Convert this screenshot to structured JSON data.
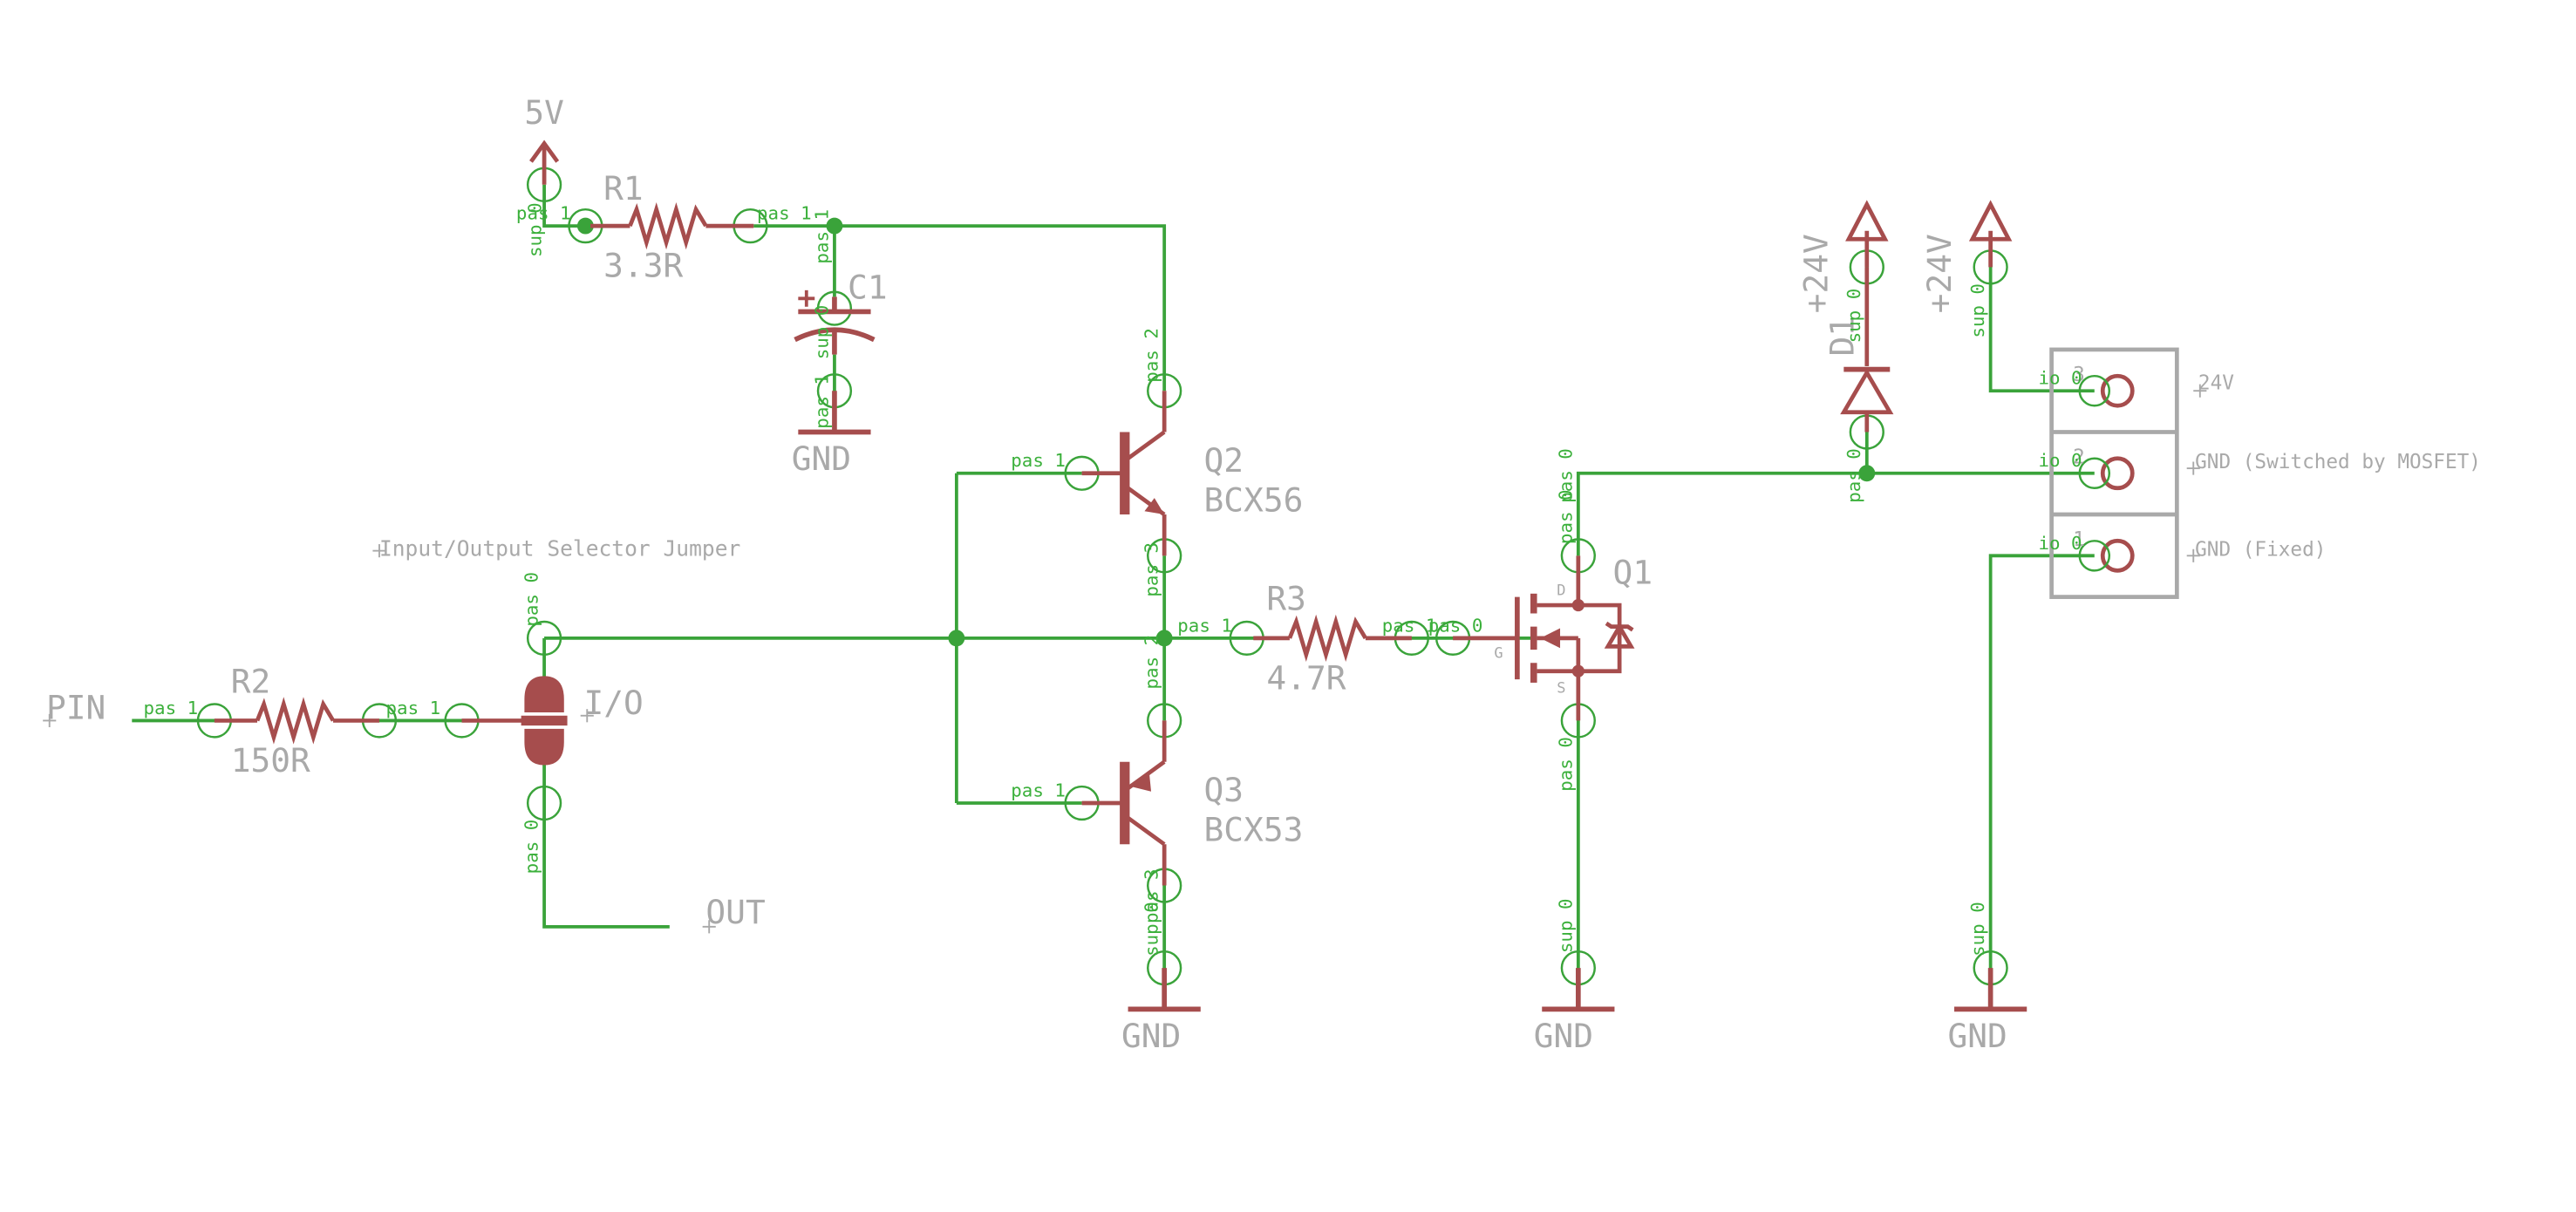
{
  "supplies": {
    "five_v": "5V",
    "plus_24v_a": "+24V",
    "plus_24v_b": "+24V",
    "gnd_c1": "GND",
    "gnd_q3": "GND",
    "gnd_q1": "GND",
    "gnd_conn": "GND"
  },
  "components": {
    "r1": {
      "name": "R1",
      "value": "3.3R"
    },
    "r2": {
      "name": "R2",
      "value": "150R"
    },
    "r3": {
      "name": "R3",
      "value": "4.7R"
    },
    "c1": {
      "name": "C1"
    },
    "q1": {
      "name": "Q1"
    },
    "q2": {
      "name": "Q2",
      "value": "BCX56"
    },
    "q3": {
      "name": "Q3",
      "value": "BCX53"
    },
    "d1": {
      "name": "D1"
    },
    "jumper": {
      "name": "I/O"
    }
  },
  "ports": {
    "pin": "PIN",
    "out": "OUT"
  },
  "annotations": {
    "jumper_note": "Input/Output Selector Jumper"
  },
  "connector": {
    "pins": [
      {
        "number": "3",
        "label": "24V"
      },
      {
        "number": "2",
        "label": "GND (Switched by MOSFET)"
      },
      {
        "number": "1",
        "label": "GND (Fixed)"
      }
    ]
  },
  "mosfet_pins": {
    "drain": "D",
    "source": "S",
    "gate": "G"
  },
  "pin_labels": {
    "pas_1": "pas 1",
    "pas_2": "pas 2",
    "pas_3": "pas 3",
    "pas_0": "pas 0",
    "sup_0": "sup 0",
    "io_0": "io 0"
  }
}
